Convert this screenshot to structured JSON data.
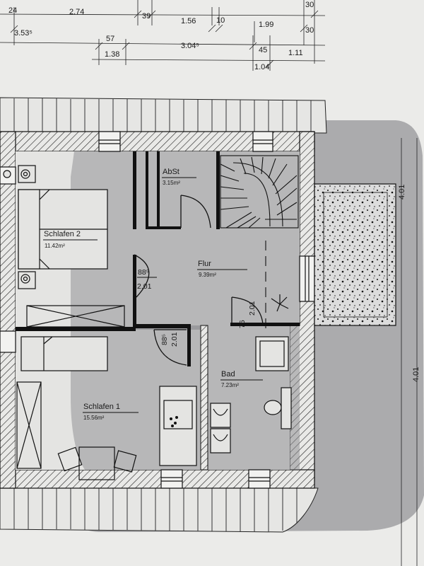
{
  "dimensions": {
    "row1": [
      "24",
      "2.74",
      "39",
      "1.56",
      "10",
      "1.99",
      "30"
    ],
    "row2": [
      "3.53⁵",
      "57",
      "3.04⁵",
      "30",
      "1.38",
      "45",
      "1.11",
      "1.04"
    ],
    "side_labels": [
      "4.01",
      "4.01"
    ]
  },
  "rooms": {
    "abst": {
      "name": "AbSt",
      "area": "3.15m²"
    },
    "schlafen2": {
      "name": "Schlafen  2",
      "area": "11.42m²"
    },
    "flur": {
      "name": "Flur",
      "area": "9.39m²"
    },
    "bad": {
      "name": "Bad",
      "area": "7.23m²"
    },
    "schlafen1": {
      "name": "Schlafen  1",
      "area": "15.56m²"
    }
  },
  "door_labels": {
    "d1_top": "88⁵",
    "d1_bottom": "2.01",
    "d2_left": "88⁵",
    "d2_right": "2.01",
    "d3_left": "76",
    "d3_right": "2.01"
  },
  "colors": {
    "paper": "#ececea",
    "line": "#1c1c1c",
    "shadow": "#7d7d80"
  }
}
